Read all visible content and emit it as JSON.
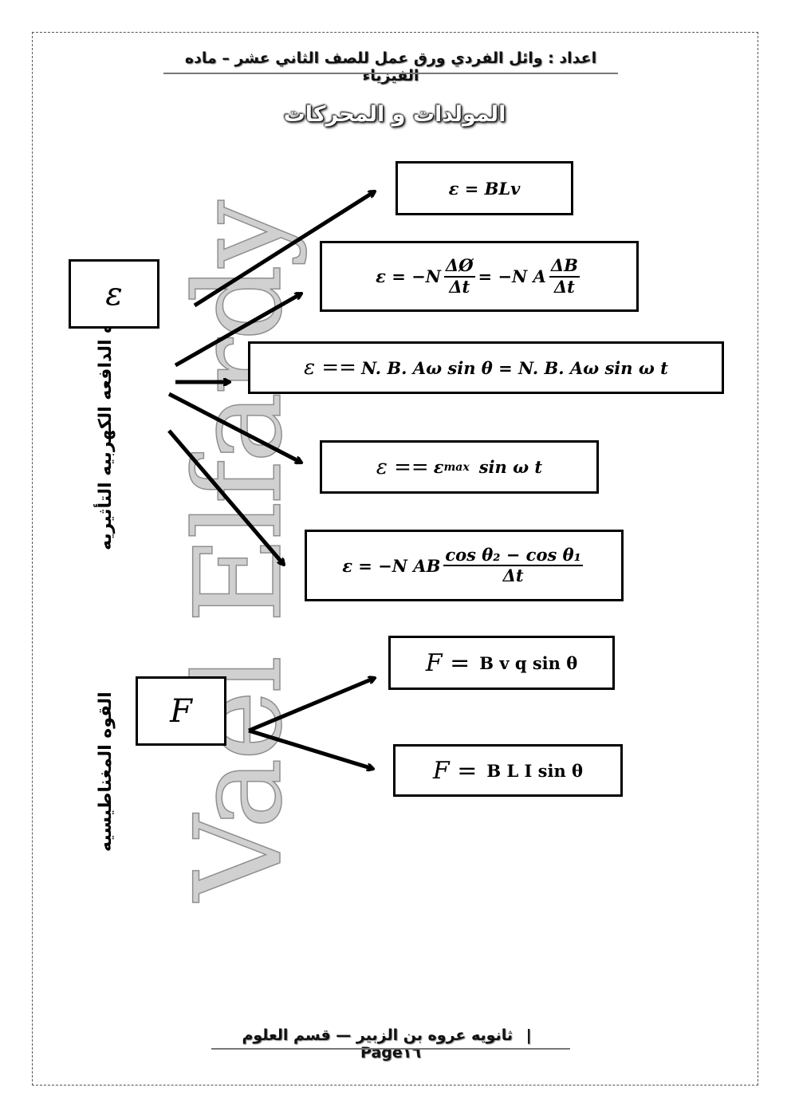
{
  "header": {
    "text": "اعداد : وائل الفردي  ورق عمل للصف الثاني عشر – ماده الفيزياء"
  },
  "title": "المولدات و المحركات",
  "watermark": "Vael Elfardy",
  "emf_section": {
    "symbol": "ε",
    "vertical_label": "القوه الدافعه الكهربيه التأثيريه",
    "formulas": [
      {
        "lhs": "ε = BLv"
      },
      {
        "lhs": "ε = −N",
        "frac1_num": "ΔØ",
        "frac1_den": "Δt",
        "mid": "= −N A",
        "frac2_num": "ΔB",
        "frac2_den": "Δt"
      },
      {
        "lhs": "ε == ",
        "rhs": "N. B. Aω sin θ  =  N. B. Aω sin ω t"
      },
      {
        "lhs": "ε == ",
        "eps": "ε",
        "sub": "max",
        "rhs": "sin ω t"
      },
      {
        "lhs": "ε = −N AB",
        "frac_num": "cos θ₂ −  cos θ₁",
        "frac_den": "Δt"
      }
    ]
  },
  "force_section": {
    "symbol": "F",
    "vertical_label": "القوه المغناطيسيه",
    "formulas": [
      {
        "lhs": "F =",
        "rhs": "B v q sin θ"
      },
      {
        "lhs": "F =",
        "rhs": "B L I sin θ"
      }
    ]
  },
  "footer": {
    "school": "ثانويه عروه بن الزبير — قسم العلوم",
    "separator": "|",
    "page": "Page١٦"
  }
}
